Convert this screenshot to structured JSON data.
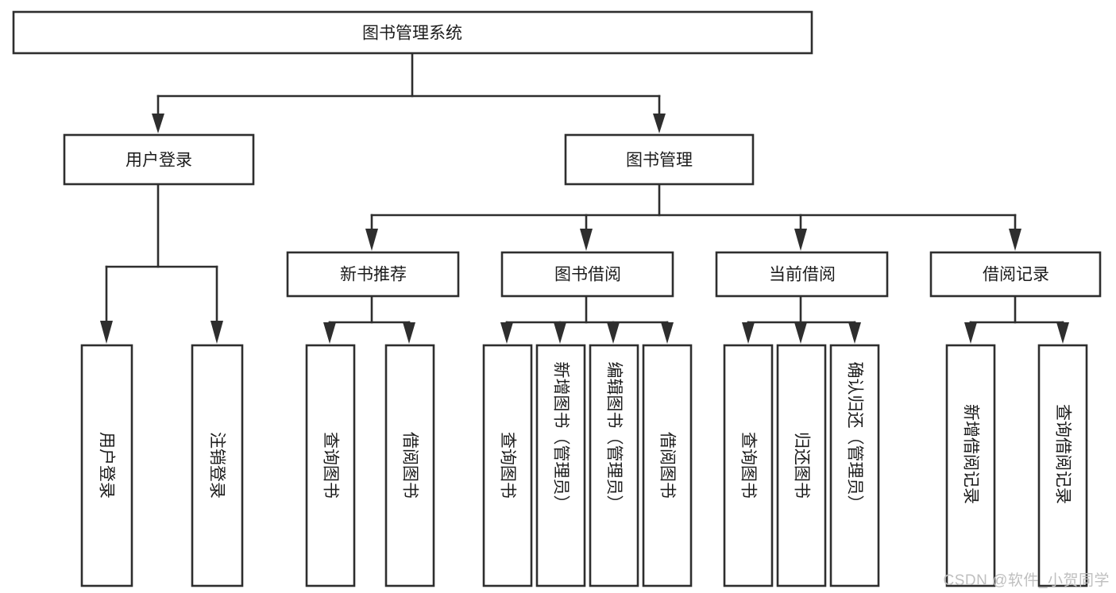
{
  "diagram": {
    "title_node": {
      "label": "图书管理系统"
    },
    "level2": [
      {
        "id": "user-login",
        "label": "用户登录"
      },
      {
        "id": "book-manage",
        "label": "图书管理"
      }
    ],
    "level3": [
      {
        "id": "new-book-recommend",
        "label": "新书推荐"
      },
      {
        "id": "book-borrow",
        "label": "图书借阅"
      },
      {
        "id": "current-borrow",
        "label": "当前借阅"
      },
      {
        "id": "borrow-record",
        "label": "借阅记录"
      }
    ],
    "leaves": {
      "user_login": [
        {
          "id": "leaf-user-login",
          "label": "用户登录",
          "align": "center"
        },
        {
          "id": "leaf-logout-login",
          "label": "注销登录",
          "align": "center"
        }
      ],
      "new_book_recommend": [
        {
          "id": "leaf-query-book-1",
          "label": "查询图书",
          "align": "center"
        },
        {
          "id": "leaf-borrow-book-1",
          "label": "借阅图书",
          "align": "center"
        }
      ],
      "book_borrow": [
        {
          "id": "leaf-query-book-2",
          "label": "查询图书",
          "align": "center"
        },
        {
          "id": "leaf-add-book",
          "label": "新增图书（管理员）",
          "align": "top"
        },
        {
          "id": "leaf-edit-book",
          "label": "编辑图书（管理员）",
          "align": "top"
        },
        {
          "id": "leaf-borrow-book-2",
          "label": "借阅图书",
          "align": "center"
        }
      ],
      "current_borrow": [
        {
          "id": "leaf-query-book-3",
          "label": "查询图书",
          "align": "center"
        },
        {
          "id": "leaf-return-book",
          "label": "归还图书",
          "align": "center"
        },
        {
          "id": "leaf-confirm-return",
          "label": "确认归还（管理员）",
          "align": "top"
        }
      ],
      "borrow_record": [
        {
          "id": "leaf-add-borrow-record",
          "label": "新增借阅记录",
          "align": "center"
        },
        {
          "id": "leaf-query-borrow-record",
          "label": "查询借阅记录",
          "align": "center"
        }
      ]
    }
  },
  "watermark": {
    "text": "CSDN @软件_小贺同学"
  },
  "colors": {
    "stroke": "#2e2e2e",
    "box_fill": "#ffffff",
    "text": "#1c1c1c",
    "watermark": "#bfbfbf",
    "background": "#ffffff"
  }
}
